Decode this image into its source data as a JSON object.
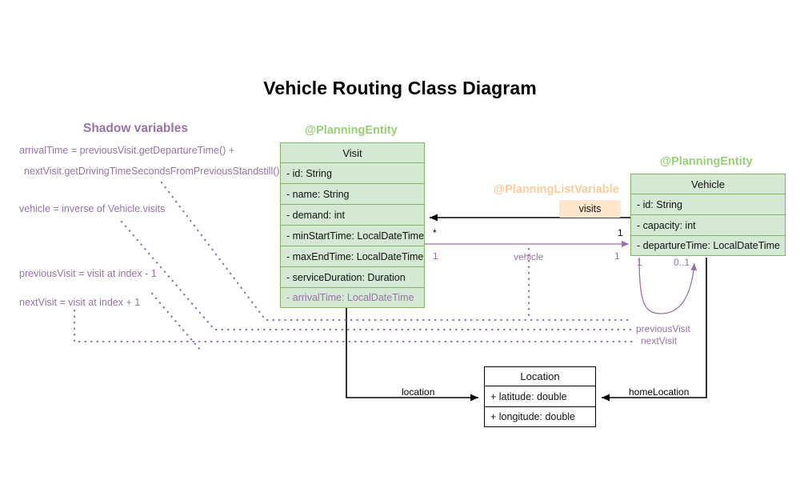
{
  "page": {
    "title": "Vehicle Routing Class Diagram"
  },
  "colors": {
    "entity_fill": "#d5e8d4",
    "entity_stroke": "#82b366",
    "shadow_purple": "#9673a6",
    "stereotype_green": "#97d077",
    "stereotype_orange": "#ffcc99",
    "list_variable_badge": "#ffe6cc",
    "plain_stroke": "#000000"
  },
  "shadow_panel": {
    "heading": "Shadow variables",
    "lines": [
      "arrivalTime = previousVisit.getDepartureTime() +",
      "nextVisit.getDrivingTimeSecondsFromPreviousStandstill()",
      "vehicle = inverse of Vehicle.visits",
      "previousVisit = visit at index - 1",
      "nextVisit = visit at index + 1"
    ]
  },
  "classes": {
    "visit": {
      "stereotype": "@PlanningEntity",
      "name": "Visit",
      "attributes": [
        {
          "text": "- id: String",
          "shadow": false
        },
        {
          "text": "- name: String",
          "shadow": false
        },
        {
          "text": "- demand: int",
          "shadow": false
        },
        {
          "text": "- minStartTime: LocalDateTime",
          "shadow": false
        },
        {
          "text": "- maxEndTime: LocalDateTime",
          "shadow": false
        },
        {
          "text": "- serviceDuration: Duration",
          "shadow": false
        },
        {
          "text": "- arrivalTime: LocalDateTime",
          "shadow": true
        }
      ]
    },
    "vehicle": {
      "stereotype": "@PlanningEntity",
      "name": "Vehicle",
      "attributes": [
        {
          "text": "- id: String",
          "shadow": false
        },
        {
          "text": "- capacity: int",
          "shadow": false
        },
        {
          "text": "- departureTime: LocalDateTime",
          "shadow": false
        }
      ]
    },
    "location": {
      "name": "Location",
      "attributes": [
        {
          "text": "+ latitude: double",
          "shadow": false
        },
        {
          "text": "+ longitude: double",
          "shadow": false
        }
      ]
    }
  },
  "relations": {
    "visits": {
      "stereotype": "@PlanningListVariable",
      "badge_label": "visits",
      "source_multiplicity": "1",
      "target_multiplicity": "*"
    },
    "vehicle": {
      "label": "vehicle",
      "source_multiplicity": "1",
      "target_multiplicity": "1"
    },
    "visit_location": {
      "label": "location"
    },
    "vehicle_home_location": {
      "label": "homeLocation"
    },
    "vehicle_self": {
      "previous_label": "previousVisit",
      "next_label": "nextVisit",
      "source_multiplicity": "1",
      "target_multiplicity": "0..1"
    }
  }
}
